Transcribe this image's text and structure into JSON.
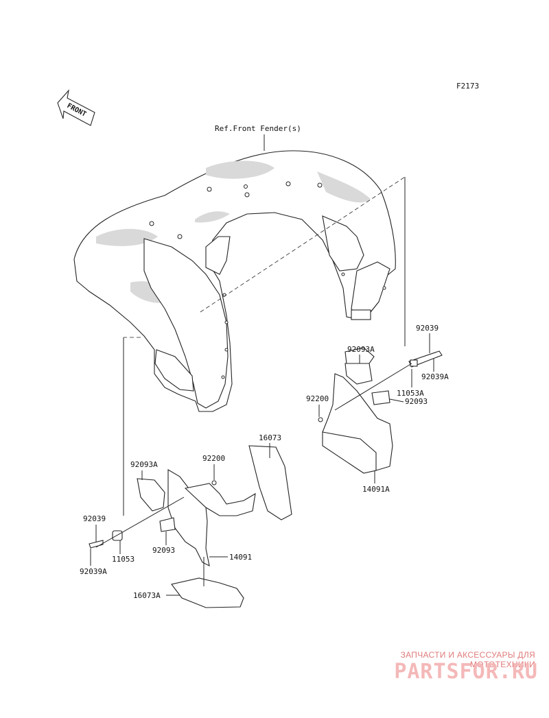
{
  "figure_code": "F2173",
  "front_label": "FRONT",
  "ref_label": "Ref.Front Fender(s)",
  "parts": {
    "p92039_r": "92039",
    "p92093A_r": "92093A",
    "p92039A_r": "92039A",
    "p92200_r": "92200",
    "p11053A": "11053A",
    "p92093_r": "92093",
    "p14091A": "14091A",
    "p16073": "16073",
    "p92093A_l": "92093A",
    "p92200_l": "92200",
    "p92039_l": "92039",
    "p11053": "11053",
    "p92093_l": "92093",
    "p14091": "14091",
    "p92039A_l": "92039A",
    "p16073A": "16073A"
  },
  "watermark": {
    "subtitle": "ЗАПЧАСТИ И АКСЕССУАРЫ ДЛЯ МОТОТЕХНИКИ",
    "brand": "PARTSFOR.RU"
  }
}
